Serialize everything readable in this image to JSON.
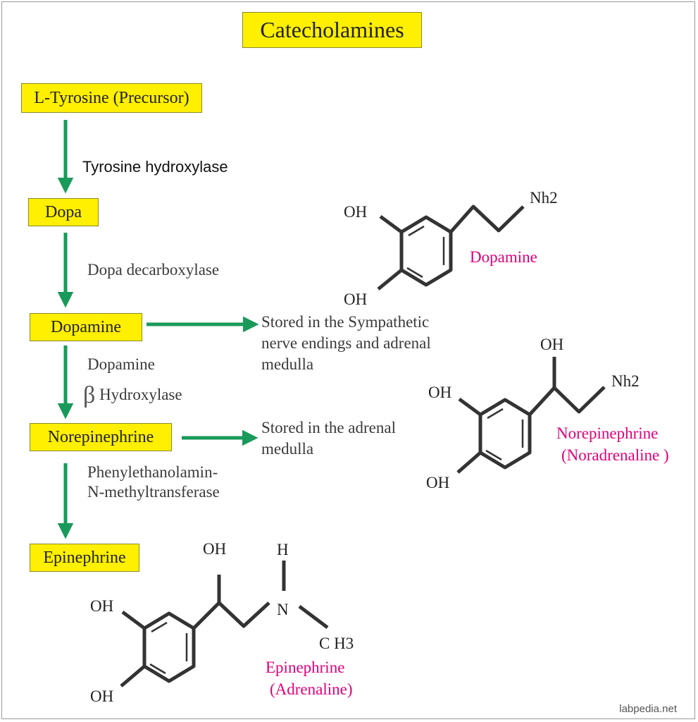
{
  "title": "Catecholamines",
  "pathway": {
    "tyrosine": "L-Tyrosine (Precursor)",
    "dopa": "Dopa",
    "dopamine": "Dopamine",
    "norepinephrine": "Norepinephrine",
    "epinephrine": "Epinephrine"
  },
  "enzymes": {
    "tyrosine_hydroxylase": "Tyrosine hydroxylase",
    "dopa_decarboxylase": "Dopa decarboxylase",
    "dbh_line1": "Dopamine",
    "dbh_beta": "β",
    "dbh_line2": "Hydroxylase",
    "pnmt_line1": "Phenylethanolamin-",
    "pnmt_line2": "N-methyltransferase"
  },
  "storage": {
    "dopamine_line1": "Stored in the Sympathetic",
    "dopamine_line2": "nerve endings and adrenal",
    "dopamine_line3": "medulla",
    "norepinephrine_line1": "Stored in the adrenal",
    "norepinephrine_line2": "medulla"
  },
  "structures": {
    "dopamine": {
      "name": "Dopamine",
      "oh_top": "OH",
      "oh_bottom": "OH",
      "amine": "Nh2"
    },
    "norepinephrine": {
      "name_line1": "Norepinephrine",
      "name_line2": "(Noradrenaline )",
      "oh_top": "OH",
      "oh_bottom": "OH",
      "oh_side": "OH",
      "amine": "Nh2"
    },
    "epinephrine": {
      "name_line1": "Epinephrine",
      "name_line2": "(Adrenaline)",
      "oh_top": "OH",
      "oh_bottom": "OH",
      "oh_side": "OH",
      "h": "H",
      "n": "N",
      "methyl": "C H3"
    }
  },
  "watermark": "labpedia.net",
  "colors": {
    "box_fill": "#ffef00",
    "arrow": "#1a9a5a",
    "label_pink": "#e0007a",
    "bond": "#333333"
  }
}
